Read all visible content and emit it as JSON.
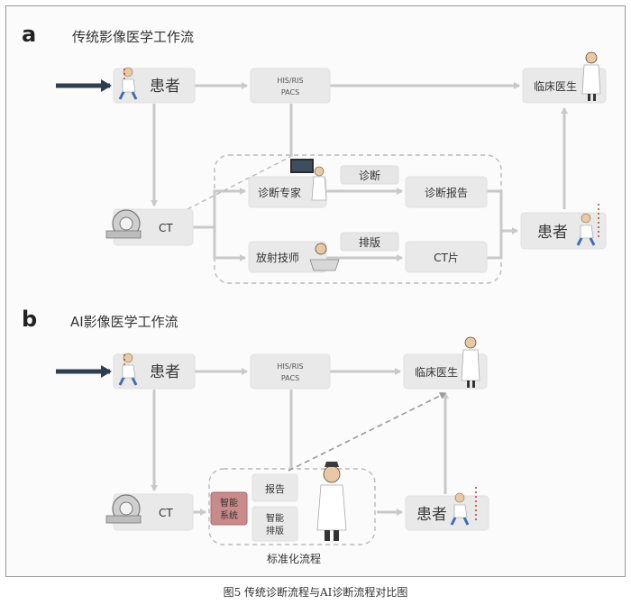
{
  "panel_a": {
    "letter": "a",
    "title": "传统影像医学工作流",
    "patient": "患者",
    "his": "HIS/RIS",
    "pacs": "PACS",
    "clinician": "临床医生",
    "ct": "CT",
    "expert": "诊断专家",
    "diagnose": "诊断",
    "report": "诊断报告",
    "technician": "放射技师",
    "layout": "排版",
    "film": "CT片",
    "patient2": "患者"
  },
  "panel_b": {
    "letter": "b",
    "title": "AI影像医学工作流",
    "patient": "患者",
    "his": "HIS/RIS",
    "pacs": "PACS",
    "clinician": "临床医生",
    "ct": "CT",
    "smart_system_1": "智能",
    "smart_system_2": "系统",
    "report": "报告",
    "smart_layout_1": "智能",
    "smart_layout_2": "排版",
    "standard": "标准化流程",
    "patient2": "患者"
  },
  "caption": "图5 传统诊断流程与AI诊断流程对比图",
  "colors": {
    "arrow_main": "#2f3e4e",
    "smart_box": "#c98a8a",
    "node": "#e9e9e9"
  }
}
